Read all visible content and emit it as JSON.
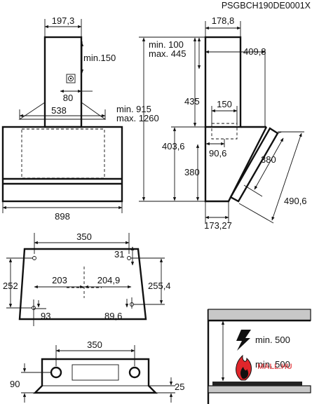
{
  "model_code": "PSGBCH190DE0001X",
  "watermark": "MALL.HU",
  "front_view": {
    "chimney_width": "197,3",
    "chimney_min": "min.150",
    "outlet_offset": "80",
    "canopy_top_width": "538",
    "total_width": "898"
  },
  "side_view": {
    "depth_top": "178,8",
    "min_gap": "min. 100",
    "max_gap": "max. 445",
    "height_min": "min. 915",
    "height_max": "max. 1260",
    "chimney_depth": "409,8",
    "chimney_height": "435",
    "outlet_width": "150",
    "body_height": "403,6",
    "outlet_offset": "90,6",
    "body_front": "380",
    "glass_height": "380",
    "glass_diagonal": "490,6",
    "bottom_depth": "173,27"
  },
  "bracket_view": {
    "top_width": "350",
    "right_offset": "31",
    "left_height": "252",
    "right_height": "255,4",
    "left_half": "203",
    "right_half": "204,9",
    "left_bottom": "93",
    "right_bottom": "89,6"
  },
  "bottom_view": {
    "width": "350",
    "left_height": "90",
    "right_height": "25"
  },
  "install_view": {
    "electric_min": "min. 500",
    "gas_min": "min. 500"
  }
}
